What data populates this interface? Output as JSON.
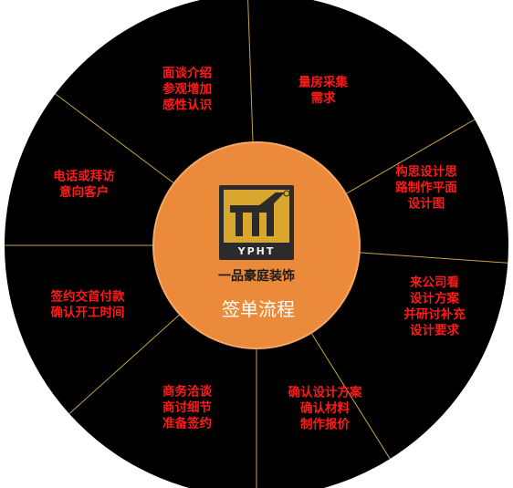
{
  "colors": {
    "ring": "#000000",
    "divider": "#c8a24a",
    "hub": "#ec8a3c",
    "hub_border": "#f4a866",
    "text": "#ff1a1a",
    "logo_gold": "#d9a62e",
    "logo_dark": "#2b2b2b"
  },
  "hub": {
    "title": "签单流程",
    "brand_mark": "一品豪庭装饰",
    "logo_letters": "YPHT"
  },
  "steps": [
    {
      "lines": [
        "量房采集",
        "需求"
      ]
    },
    {
      "lines": [
        "构思设计思",
        "路制作平面",
        "设计图"
      ]
    },
    {
      "lines": [
        "来公司看",
        "设计方案",
        "并研讨补充",
        "设计要求"
      ]
    },
    {
      "lines": [
        "确认设计方案",
        "确认材料",
        "制作报价"
      ]
    },
    {
      "lines": [
        "商务洽谈",
        "商讨细节",
        "准备签约"
      ]
    },
    {
      "lines": [
        "签约交首付款",
        "确认开工时间"
      ]
    },
    {
      "lines": [
        "电话或拜访",
        "意向客户"
      ]
    },
    {
      "lines": [
        "面谈介绍",
        "参观增加",
        "感性认识"
      ]
    }
  ],
  "icons": [
    "logo-icon"
  ]
}
